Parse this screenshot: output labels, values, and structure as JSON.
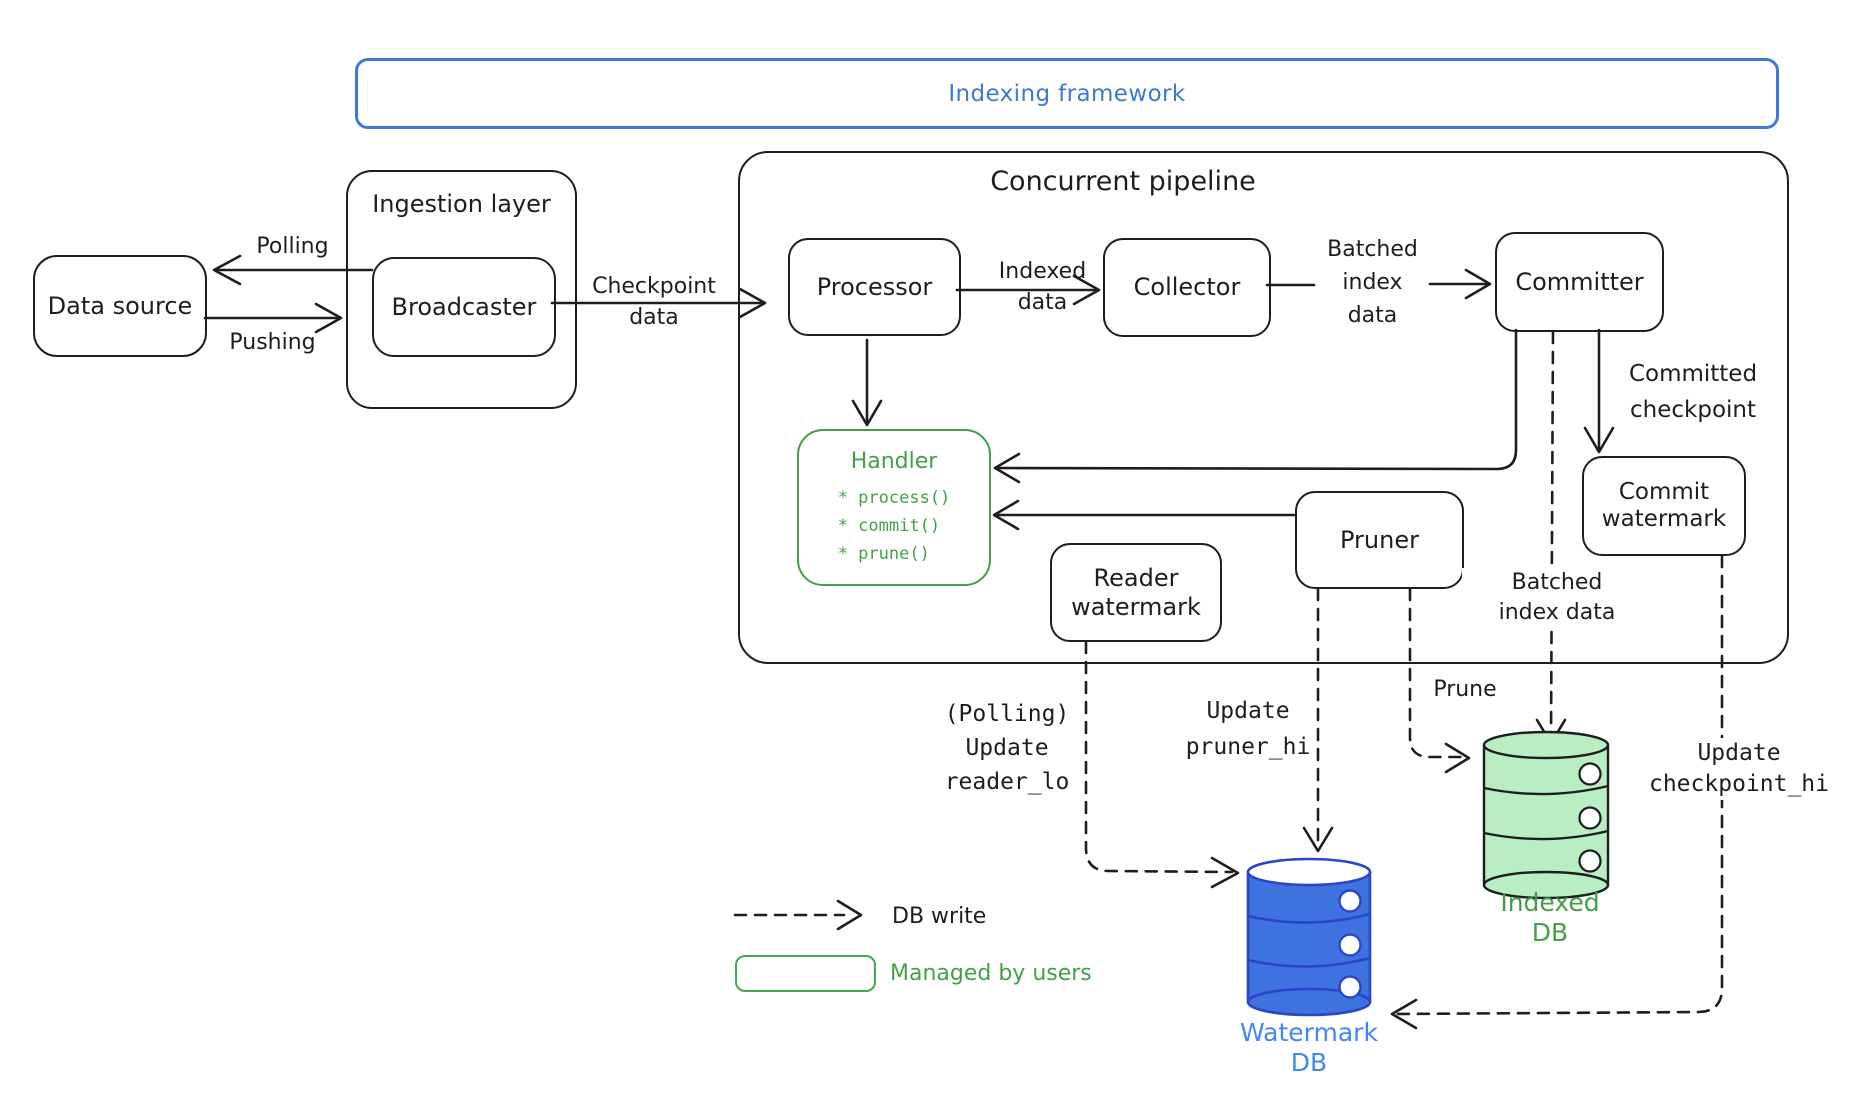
{
  "banner": {
    "title": "Indexing framework"
  },
  "nodes": {
    "data_source": {
      "label": "Data source"
    },
    "ingestion_layer": {
      "label": "Ingestion layer"
    },
    "broadcaster": {
      "label": "Broadcaster"
    },
    "pipeline": {
      "label": "Concurrent pipeline"
    },
    "processor": {
      "label": "Processor"
    },
    "collector": {
      "label": "Collector"
    },
    "committer": {
      "label": "Committer"
    },
    "handler": {
      "title": "Handler",
      "methods": [
        "* process()",
        "* commit()",
        "* prune()"
      ]
    },
    "reader_watermark": {
      "lines": [
        "Reader",
        "watermark"
      ]
    },
    "pruner": {
      "label": "Pruner"
    },
    "commit_watermark": {
      "lines": [
        "Commit",
        "watermark"
      ]
    }
  },
  "edge_labels": {
    "polling": "Polling",
    "pushing": "Pushing",
    "checkpoint_data": [
      "Checkpoint",
      "data"
    ],
    "indexed_data": [
      "Indexed",
      "data"
    ],
    "batched_index_data_1": [
      "Batched",
      "index",
      "data"
    ],
    "committed_checkpoint": [
      "Committed",
      "checkpoint"
    ],
    "batched_index_data_2": [
      "Batched",
      "index data"
    ],
    "prune": "Prune",
    "update_reader_lo": [
      "(Polling)",
      "Update",
      "reader_lo"
    ],
    "update_pruner_hi": [
      "Update",
      "pruner_hi"
    ],
    "update_checkpoint_hi": [
      "Update",
      "checkpoint_hi"
    ]
  },
  "databases": {
    "watermark_db": {
      "lines": [
        "Watermark",
        "DB"
      ]
    },
    "indexed_db": {
      "lines": [
        "Indexed",
        "DB"
      ]
    }
  },
  "legend": {
    "db_write": "DB write",
    "managed_by_users": "Managed by users"
  },
  "colors": {
    "ink": "#1e1e1e",
    "banner_blue": "#3e7ad1",
    "watermark_db_fill": "#3e72de",
    "watermark_db_stroke": "#2b46c8",
    "watermark_db_label": "#4285f4",
    "indexed_db_fill": "#b9edc2",
    "green": "#43a047"
  }
}
